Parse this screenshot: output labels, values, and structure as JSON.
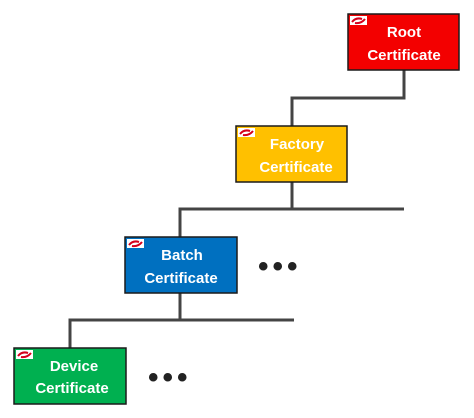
{
  "certificates": [
    {
      "line1": "Root",
      "line2": "Certificate",
      "color": "#f30000",
      "logo": "silicon-labs-logo"
    },
    {
      "line1": "Factory",
      "line2": "Certificate",
      "color": "#ffc000",
      "logo": "silicon-labs-logo"
    },
    {
      "line1": "Batch",
      "line2": "Certificate",
      "color": "#0070c0",
      "logo": "silicon-labs-logo"
    },
    {
      "line1": "Device",
      "line2": "Certificate",
      "color": "#00b050",
      "logo": "silicon-labs-logo"
    }
  ],
  "more_indicator": "•••",
  "colors": {
    "connector": "#444444",
    "box_border": "#1a1a1a",
    "text": "#ffffff"
  }
}
